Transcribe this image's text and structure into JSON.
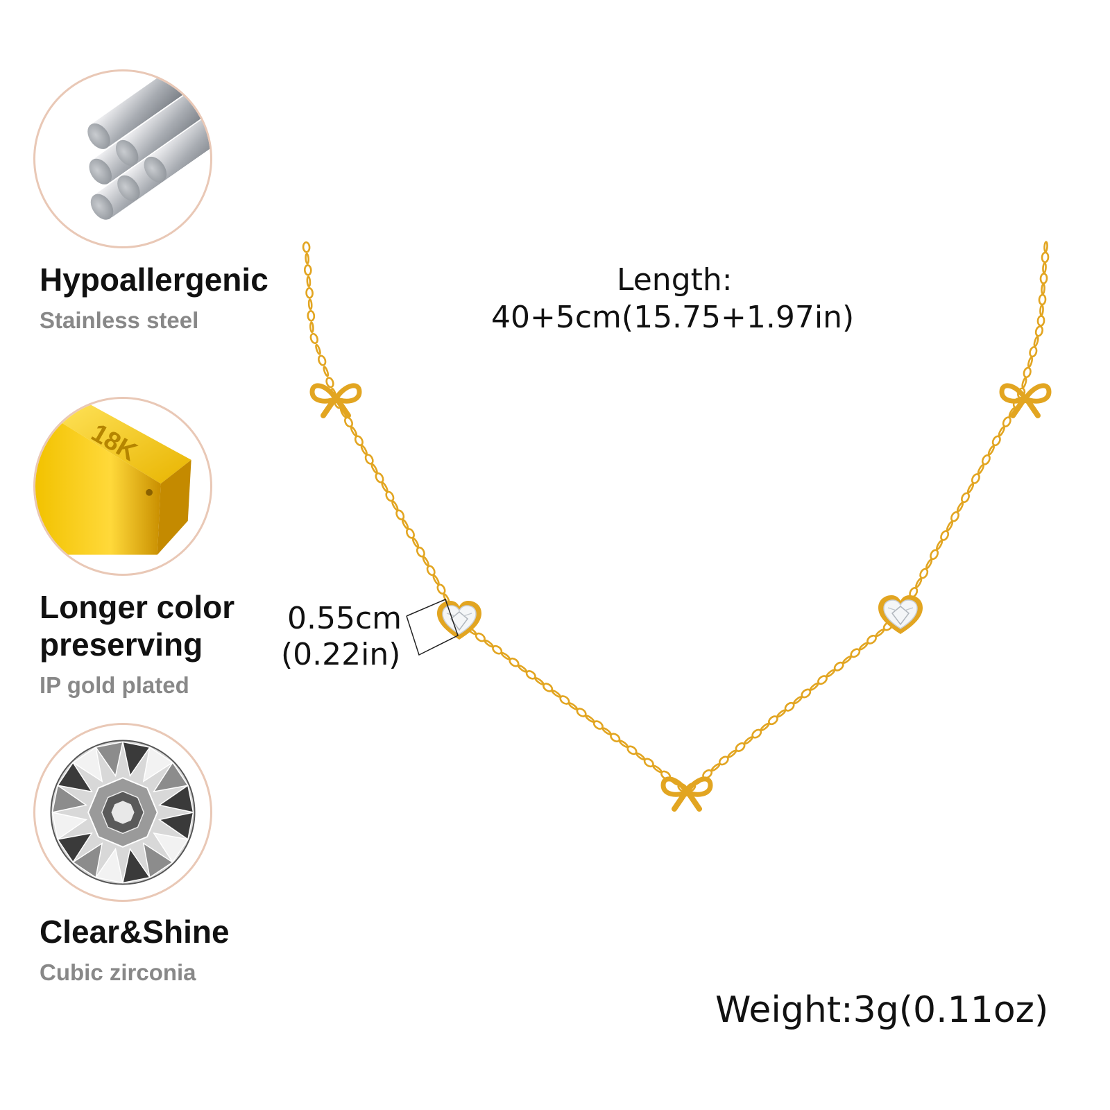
{
  "features": [
    {
      "title": "Hypoallergenic",
      "subtitle": "Stainless steel",
      "icon": "steel-rods-icon"
    },
    {
      "title_lines": [
        "Longer color",
        "preserving"
      ],
      "subtitle": "IP gold plated",
      "icon": "gold-bar-icon",
      "bar_label": "18K"
    },
    {
      "title": "Clear&Shine",
      "subtitle": "Cubic zirconia",
      "icon": "diamond-icon"
    }
  ],
  "specs": {
    "length_label": "Length:",
    "length_value": "40+5cm(15.75+1.97in)",
    "pendant_size_cm": "0.55cm",
    "pendant_size_in": "(0.22in)",
    "weight": "Weight:3g(0.11oz)"
  },
  "colors": {
    "gold": "#e2a521",
    "circle_border": "#e9c8b6",
    "subtitle_gray": "#888888"
  }
}
